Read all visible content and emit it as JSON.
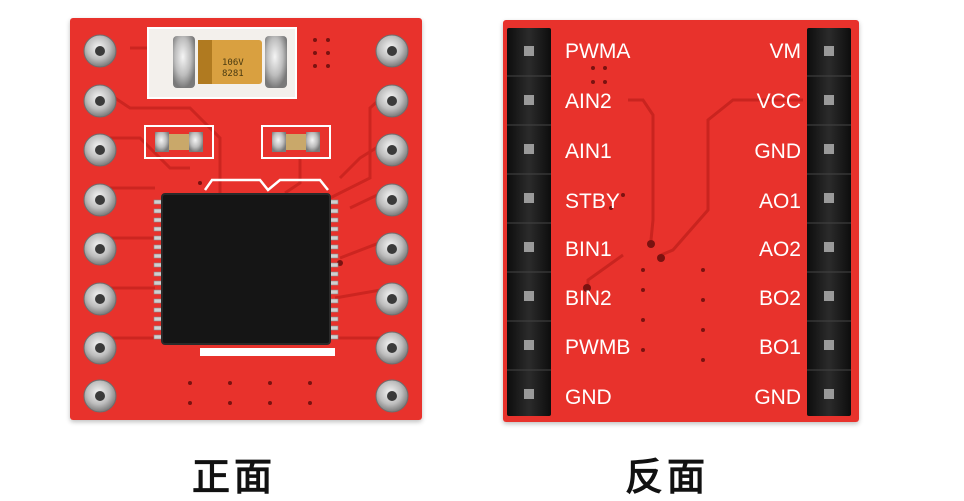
{
  "front": {
    "caption": "正面",
    "capacitor_marking": [
      "106V",
      "8281"
    ]
  },
  "back": {
    "caption": "反面",
    "left_pins": [
      "PWMA",
      "AIN2",
      "AIN1",
      "STBY",
      "BIN1",
      "BIN2",
      "PWMB",
      "GND"
    ],
    "right_pins": [
      "VM",
      "VCC",
      "GND",
      "AO1",
      "AO2",
      "BO2",
      "BO1",
      "GND"
    ]
  },
  "colors": {
    "pcb": "#e8322c",
    "pcb_dark": "#c52520",
    "pad_silver": "#cfcfcf",
    "header_black": "#1a1a1a",
    "silkscreen": "#ffffff"
  }
}
